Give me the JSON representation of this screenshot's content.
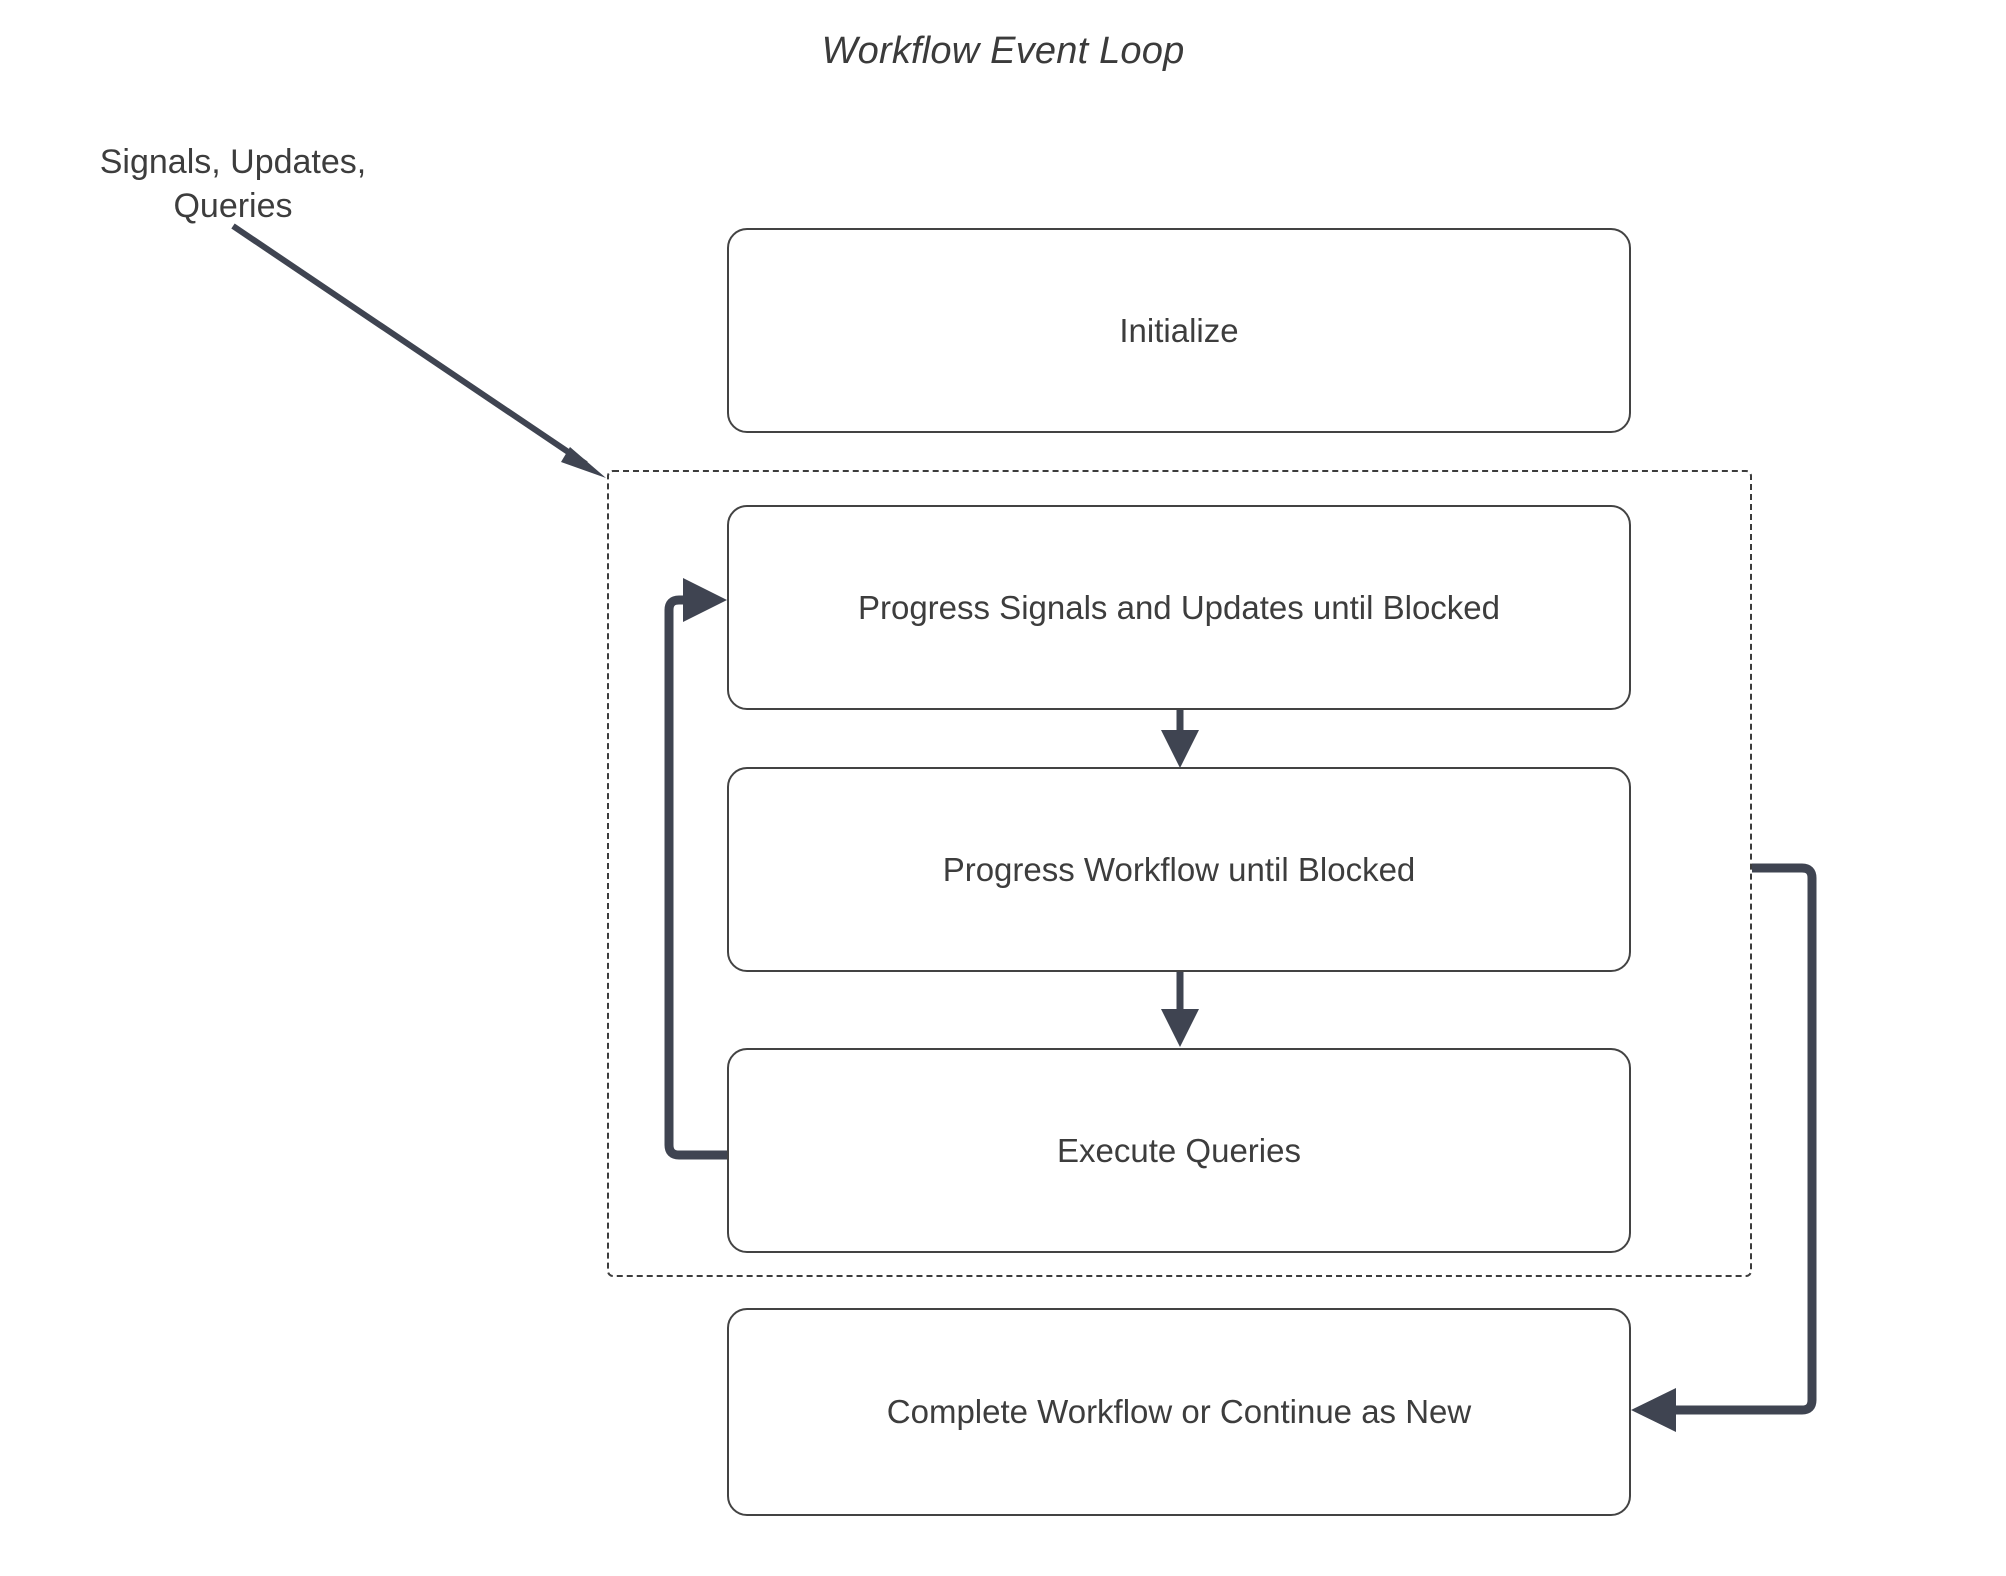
{
  "diagram": {
    "title": "Workflow Event Loop",
    "type": "flowchart",
    "external_label": "Signals, Updates,\nQueries",
    "colors": {
      "node_border": "#434343",
      "node_fill": "#ffffff",
      "text": "#3d3d3d",
      "edge": "#3f4451",
      "dashed_border": "#3c3c3c",
      "background": "#ffffff"
    },
    "loop_group": {
      "name": "event-loop-group",
      "style": "dashed",
      "label": ""
    },
    "nodes": [
      {
        "id": "initialize",
        "label": "Initialize"
      },
      {
        "id": "progress-signals",
        "label": "Progress Signals and Updates until Blocked"
      },
      {
        "id": "progress-workflow",
        "label": "Progress Workflow until Blocked"
      },
      {
        "id": "execute-queries",
        "label": "Execute Queries"
      },
      {
        "id": "complete",
        "label": "Complete Workflow or Continue as New"
      }
    ],
    "edges": [
      {
        "from": "external-signals",
        "to": "event-loop-group",
        "label": "",
        "style": "solid-thin-arrow"
      },
      {
        "from": "progress-signals",
        "to": "progress-workflow",
        "label": "",
        "style": "solid-arrow-down"
      },
      {
        "from": "progress-workflow",
        "to": "execute-queries",
        "label": "",
        "style": "solid-arrow-down"
      },
      {
        "from": "execute-queries",
        "to": "progress-signals",
        "label": "",
        "style": "loop-back-left"
      },
      {
        "from": "event-loop-group",
        "to": "complete",
        "label": "",
        "style": "loop-right-down"
      }
    ]
  }
}
